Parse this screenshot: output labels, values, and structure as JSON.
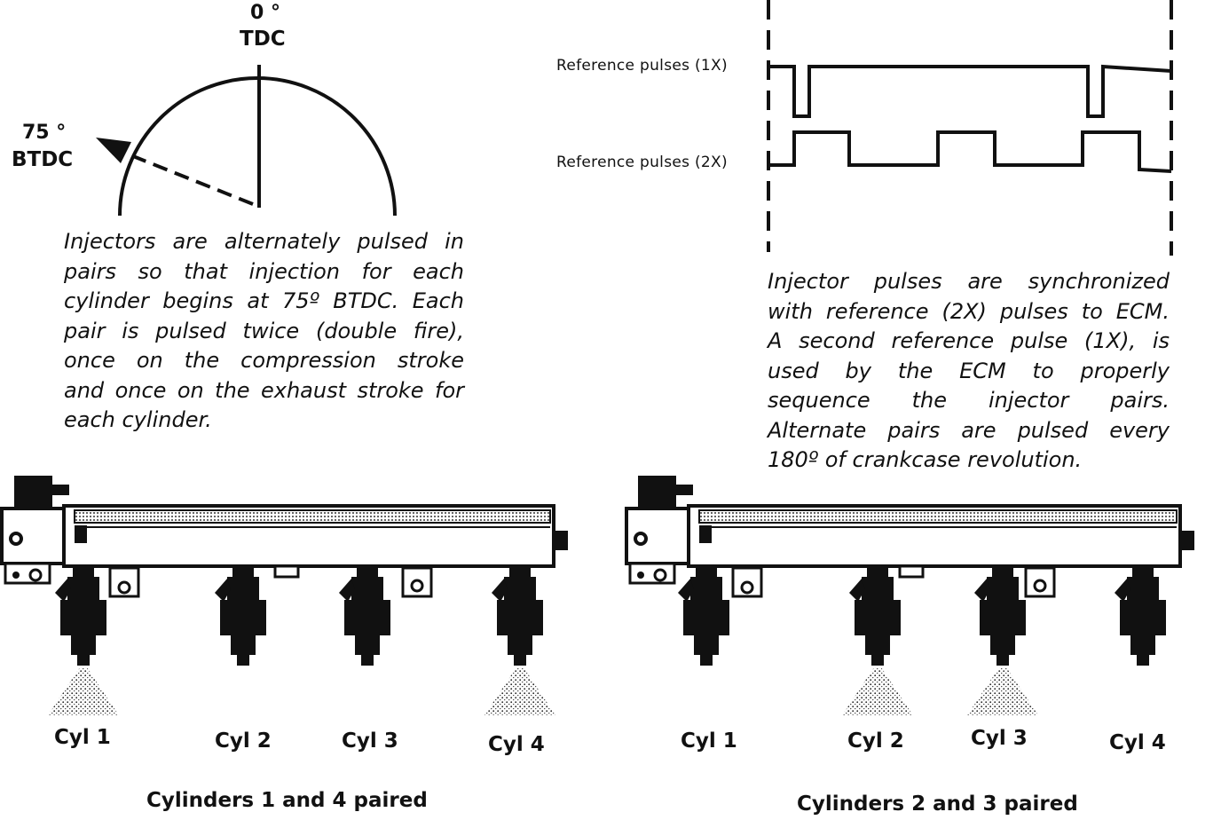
{
  "crank_diagram": {
    "tdc_degrees": "0 °",
    "tdc_label": "TDC",
    "btdc_degrees": "75 °",
    "btdc_label": "BTDC"
  },
  "left_description": {
    "lines": [
      "Injectors are alternately pulsed in",
      "pairs so that injection for each",
      "cylinder begins at 75º BTDC. Each",
      "pair is pulsed twice (double fire),",
      "once on the compression stroke",
      "and once on the exhaust stroke for",
      "each cylinder."
    ]
  },
  "waveforms": {
    "signal_1x_label": "Reference pulses (1X)",
    "signal_2x_label": "Reference pulses (2X)"
  },
  "right_description": {
    "lines": [
      "Injector pulses are synchronized",
      "with reference (2X) pulses to ECM.",
      "A second reference pulse (1X), is",
      "used by the ECM to properly",
      "sequence the injector pairs.",
      "Alternate pairs are pulsed every",
      "180º of crankcase revolution."
    ]
  },
  "rail_left": {
    "cylinders": [
      "Cyl 1",
      "Cyl 2",
      "Cyl 3",
      "Cyl 4"
    ],
    "spraying": [
      true,
      false,
      false,
      true
    ],
    "caption": "Cylinders 1 and 4 paired"
  },
  "rail_right": {
    "cylinders": [
      "Cyl 1",
      "Cyl 2",
      "Cyl 3",
      "Cyl 4"
    ],
    "spraying": [
      false,
      true,
      true,
      false
    ],
    "caption": "Cylinders 2 and 3 paired"
  }
}
